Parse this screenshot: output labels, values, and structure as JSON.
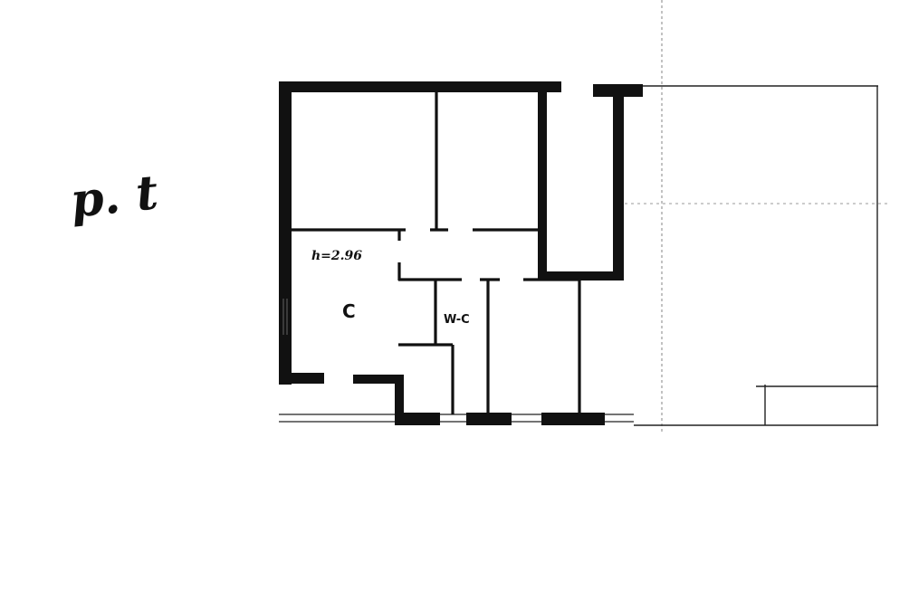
{
  "title": "p. t",
  "labels": {
    "height": "h=2.96",
    "room_c": "C",
    "room_wc": "W-C"
  },
  "colors": {
    "wall": "#111111",
    "thin": "#222222",
    "faint": "#9a9a9a",
    "paper": "#ffffff"
  }
}
